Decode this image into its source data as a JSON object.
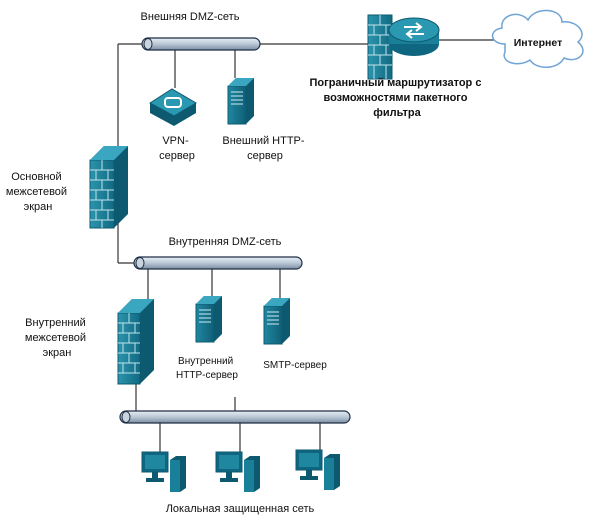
{
  "labels": {
    "external_dmz": "Внешняя DMZ-сеть",
    "internet": "Интернет",
    "border_router": [
      "Пограничный маршрутизатор с",
      "возможностями пакетного",
      "фильтра"
    ],
    "vpn_server": [
      "VPN-",
      "сервер"
    ],
    "external_http": [
      "Внешний HTTP-",
      "сервер"
    ],
    "main_firewall": [
      "Основной",
      "межсетевой",
      "экран"
    ],
    "internal_dmz": "Внутренняя DMZ-сеть",
    "internal_firewall": [
      "Внутренний",
      "межсетевой",
      "экран"
    ],
    "internal_http": [
      "Внутренний",
      "HTTP-сервер"
    ],
    "smtp_server": "SMTP-сервер",
    "local_network": "Локальная защищенная сеть"
  },
  "colors": {
    "device_teal": "#1a7f98",
    "device_dark": "#0d5a70",
    "bus_fill": "#bcc9d6",
    "bus_stroke": "#1f2f44",
    "line": "#333333",
    "cloud_stroke": "#6fa4d6"
  },
  "icons": [
    "firewall-icon",
    "router-icon",
    "cloud-icon",
    "vpn-server-icon",
    "server-icon",
    "workstation-icon"
  ]
}
